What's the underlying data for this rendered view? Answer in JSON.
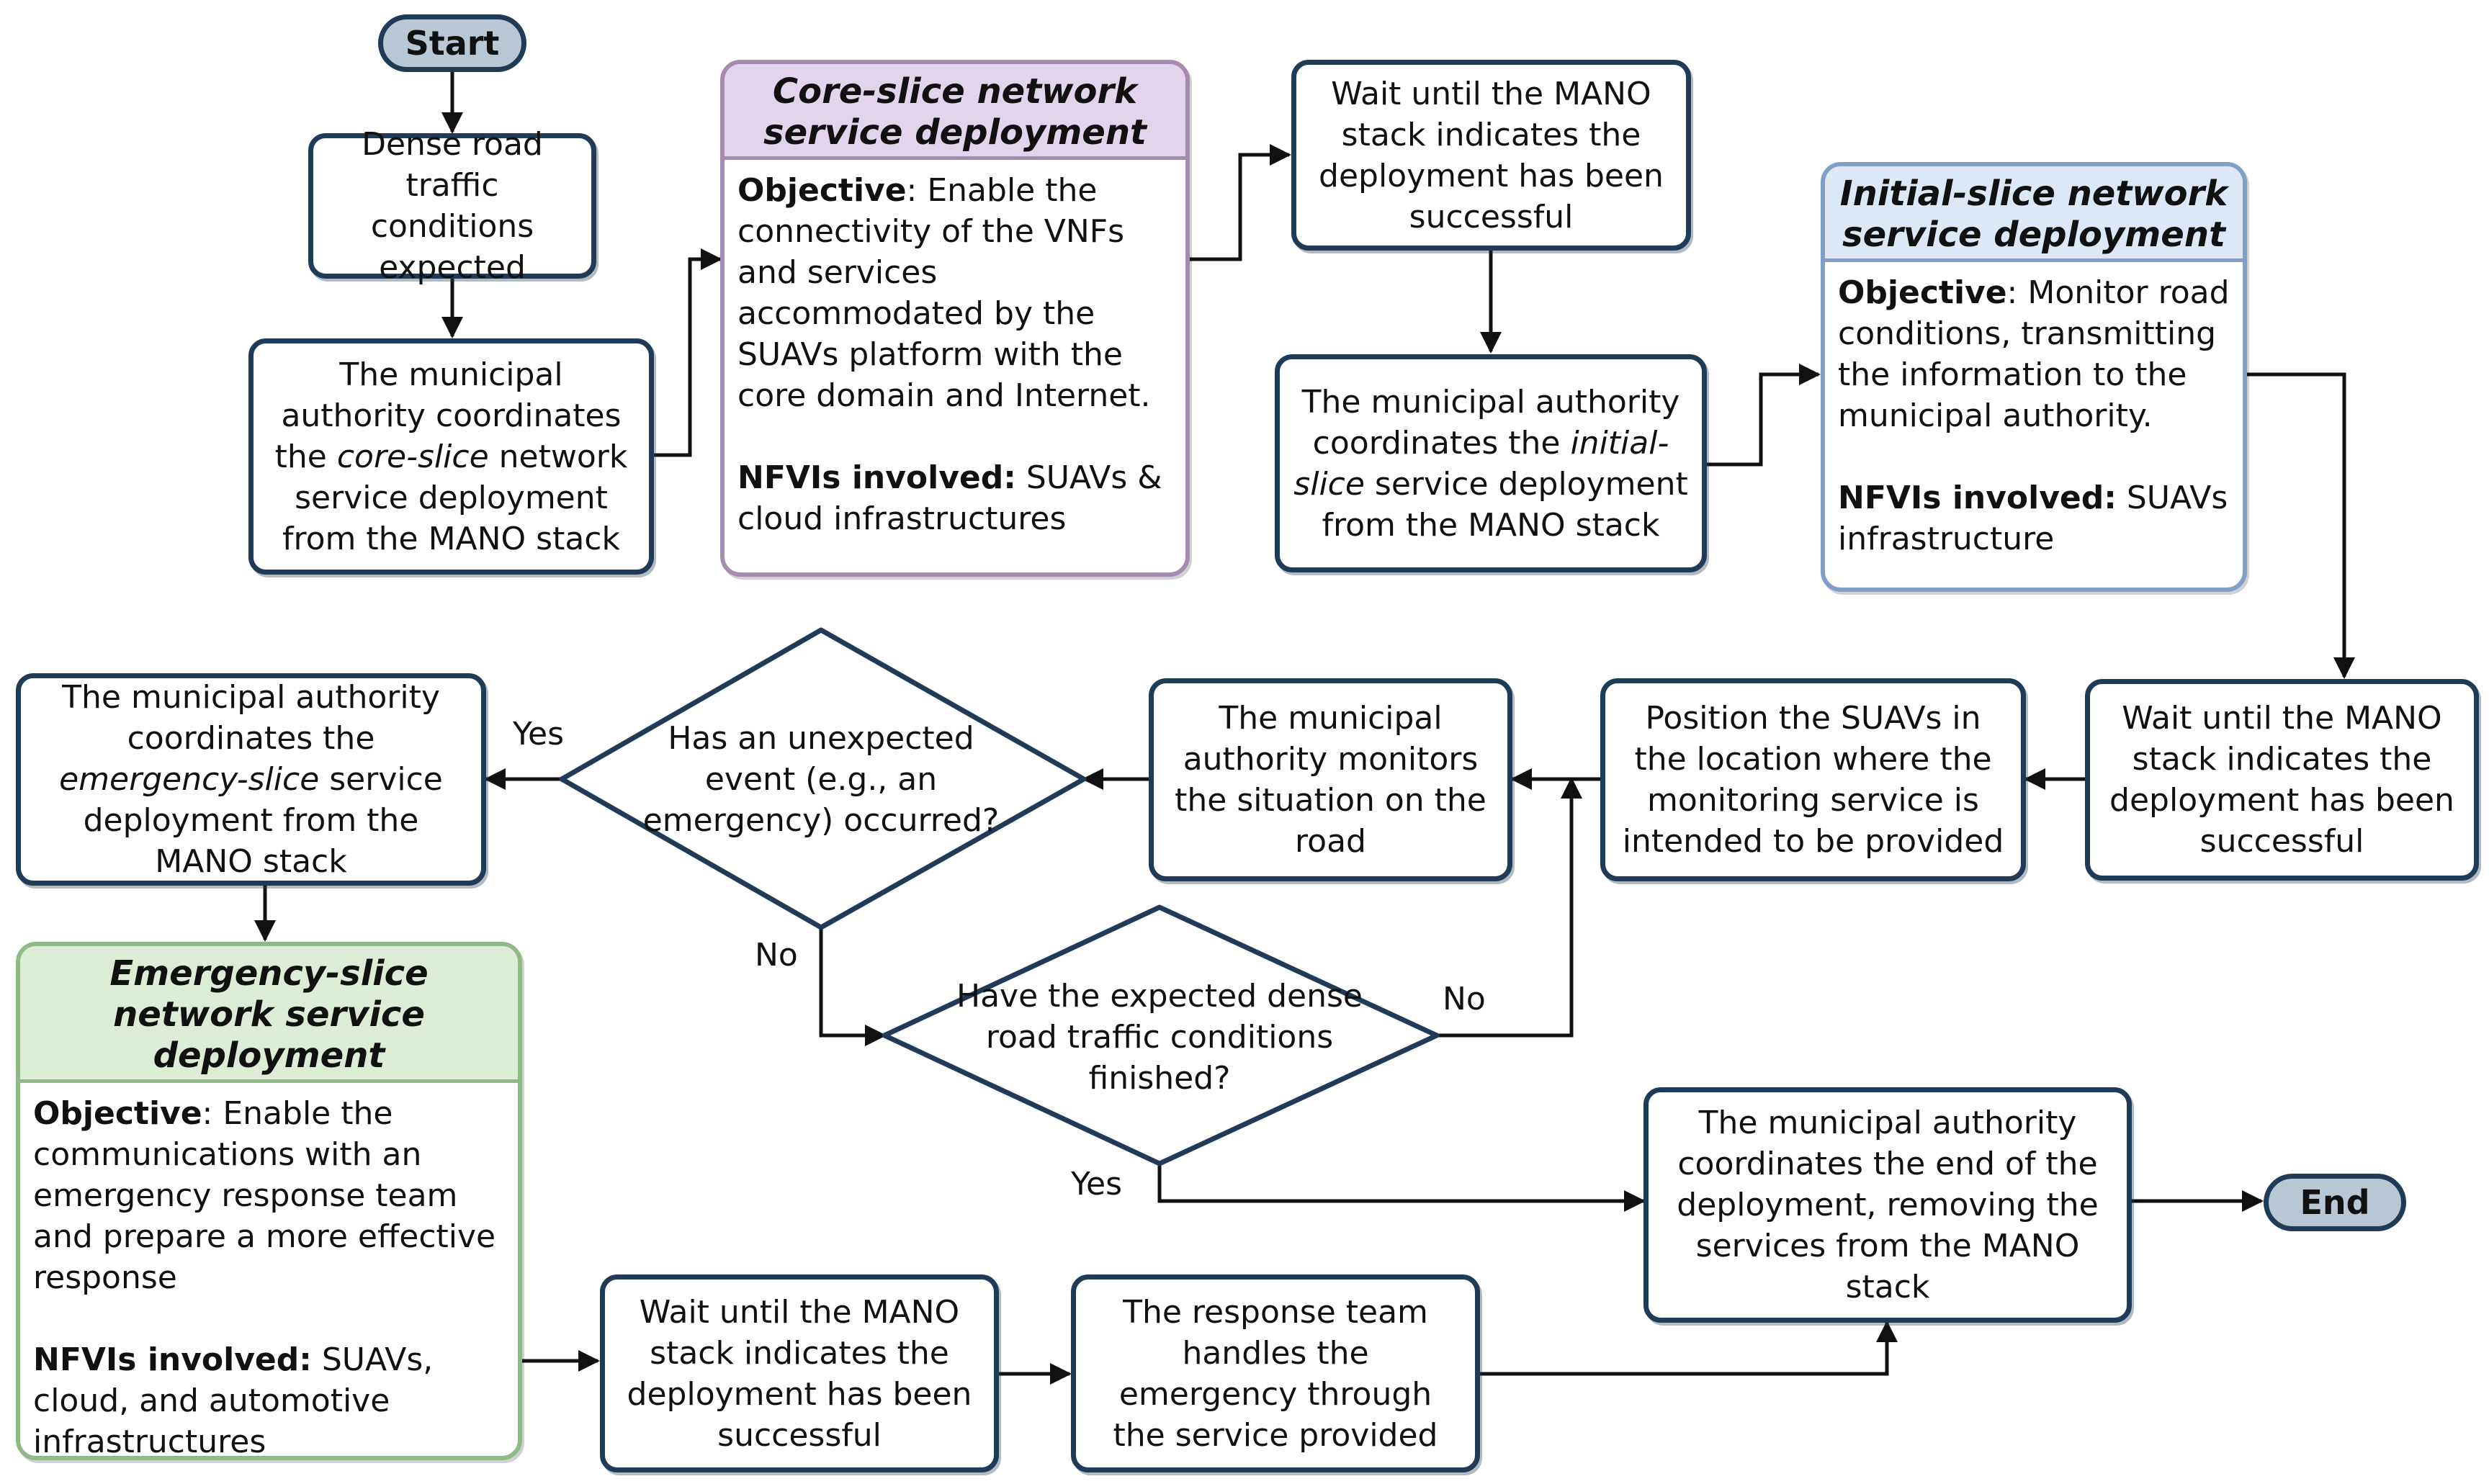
{
  "colors": {
    "box_border": "#1f3b57",
    "terminal_fill": "#b9c6d3",
    "core_header": "#e2d4ea",
    "initial_header": "#dce8f5",
    "emergency_header": "#dcecd7"
  },
  "start": "Start",
  "end": "End",
  "dense": "Dense road traffic conditions expected",
  "coord_core": {
    "pre": "The municipal authority coordinates the ",
    "em": "core-slice",
    "post": " network service deployment from the MANO stack"
  },
  "core_card": {
    "title": "Core-slice network service deployment",
    "objective_label": "Objective",
    "objective_text": ": Enable the connectivity of the VNFs and services accommodated by the SUAVs platform with the core domain and Internet.",
    "nfvi_label": "NFVIs involved:",
    "nfvi_text": " SUAVs & cloud infrastructures"
  },
  "wait_1": "Wait until the MANO stack indicates the deployment has been successful",
  "coord_initial": {
    "pre": "The municipal authority coordinates the ",
    "em": "initial-slice",
    "post": " service deployment from the MANO stack"
  },
  "initial_card": {
    "title": "Initial-slice network service deployment",
    "objective_label": "Objective",
    "objective_text": ": Monitor road conditions, transmitting the information to the municipal authority.",
    "nfvi_label": "NFVIs involved:",
    "nfvi_text": " SUAVs infrastructure"
  },
  "wait_2": "Wait until the MANO stack indicates the deployment has been successful",
  "position": "Position the SUAVs in the location where the monitoring service is intended to be provided",
  "monitor": "The municipal authority monitors the situation on the road",
  "decision_event": "Has an unexpected event (e.g., an emergency) occurred?",
  "coord_emergency": {
    "pre": "The municipal authority coordinates the ",
    "em": "emergency-slice",
    "post": " service deployment from the MANO stack"
  },
  "emergency_card": {
    "title": "Emergency-slice network service deployment",
    "objective_label": "Objective",
    "objective_text": ": Enable the communications with an emergency response team and prepare a more effective response",
    "nfvi_label": "NFVIs involved:",
    "nfvi_text": " SUAVs, cloud, and automotive infrastructures"
  },
  "decision_finished": "Have the expected dense road traffic conditions finished?",
  "end_deployment": "The municipal authority coordinates the end of the deployment, removing the services from the MANO stack",
  "wait_3": "Wait until the MANO stack indicates the deployment has been successful",
  "response_team": "The response team handles the emergency through the service provided",
  "labels": {
    "yes_event": "Yes",
    "no_event": "No",
    "no_finished": "No",
    "yes_finished": "Yes"
  }
}
